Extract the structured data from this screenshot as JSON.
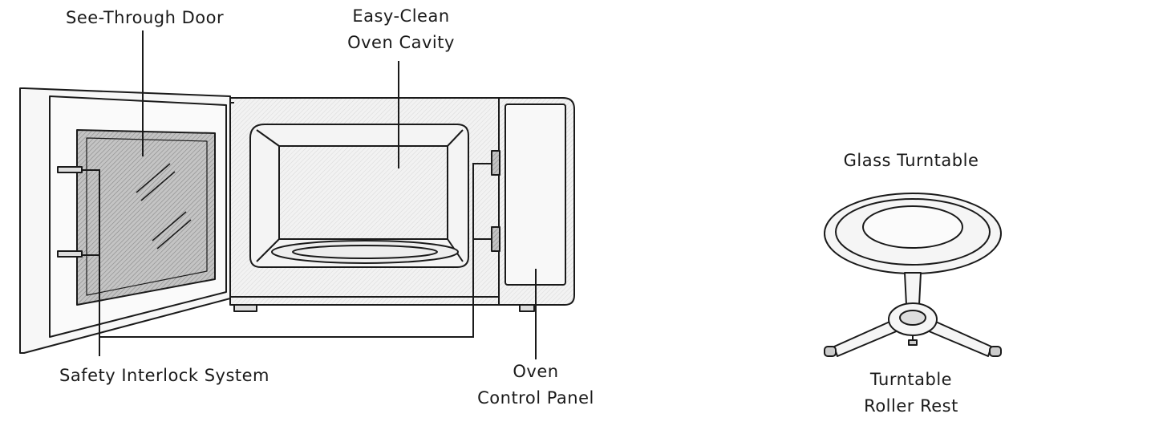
{
  "labels": {
    "see_through_door": "See-Through Door",
    "easy_clean_line1": "Easy-Clean",
    "easy_clean_line2": "Oven Cavity",
    "safety_interlock": "Safety Interlock System",
    "oven_line1": "Oven",
    "oven_line2": "Control Panel",
    "glass_turntable": "Glass Turntable",
    "roller_line1": "Turntable",
    "roller_line2": "Roller Rest"
  },
  "colors": {
    "ink": "#1a1a1a",
    "glass_fill": "#bdbdbd",
    "cavity_fill": "#ededed",
    "body_fill": "#f7f7f7"
  }
}
